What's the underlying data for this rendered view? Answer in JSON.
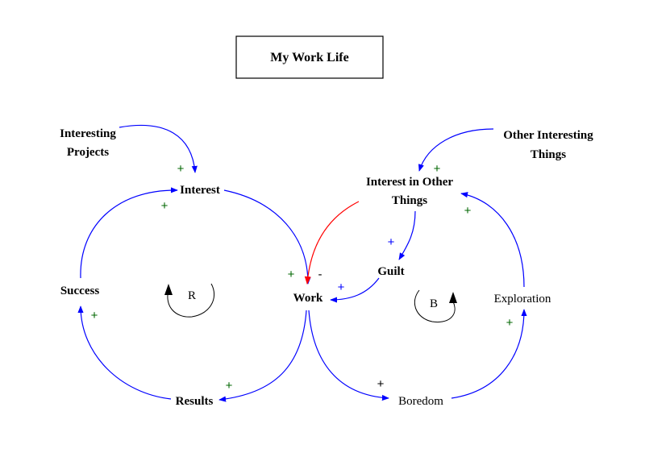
{
  "title": "My Work Life",
  "colors": {
    "link": "#0000ff",
    "negative_link": "#ff0000",
    "positive_sign": "#006600",
    "blue_sign": "#0000ff",
    "text": "#000000"
  },
  "nodes": {
    "interesting_projects_1": "Interesting",
    "interesting_projects_2": "Projects",
    "interest": "Interest",
    "success": "Success",
    "results": "Results",
    "work": "Work",
    "guilt": "Guilt",
    "interest_other_1": "Interest in Other",
    "interest_other_2": "Things",
    "other_interesting_1": "Other Interesting",
    "other_interesting_2": "Things",
    "exploration": "Exploration",
    "boredom": "Boredom"
  },
  "loops": {
    "reinforcing": "R",
    "balancing": "B"
  },
  "polarities": {
    "projects_to_interest": "+",
    "success_to_interest": "+",
    "interest_to_work": "+",
    "work_to_results": "+",
    "results_to_success": "+",
    "interest_other_to_work": "-",
    "guilt_to_work": "+",
    "interest_other_to_guilt": "+",
    "other_things_to_interest_other": "+",
    "exploration_to_interest_other": "+",
    "boredom_to_exploration": "+",
    "work_to_boredom": "+"
  }
}
